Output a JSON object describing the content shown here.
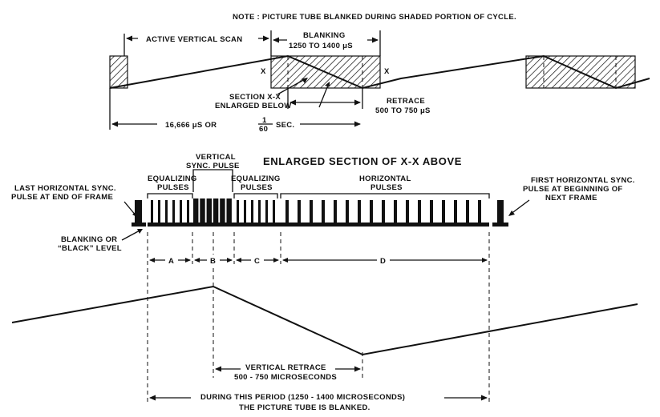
{
  "note": "NOTE : PICTURE TUBE BLANKED DURING SHADED PORTION OF CYCLE.",
  "top": {
    "active_vertical_scan": "ACTIVE VERTICAL SCAN",
    "blanking_1": "BLANKING",
    "blanking_2": "1250 TO 1400 μS",
    "x_left": "X",
    "x_right": "X",
    "section_1": "SECTION X-X",
    "section_2": "ENLARGED BELOW",
    "retrace_1": "RETRACE",
    "retrace_2": "500 TO 750 μS",
    "period": "16,666 μS  OR",
    "frac_num": "1",
    "frac_den": "60",
    "sec": "SEC."
  },
  "enlarged": {
    "title": "ENLARGED SECTION OF X-X ABOVE",
    "vertical_sync_1": "VERTICAL",
    "vertical_sync_2": "SYNC. PULSE",
    "equalizing_left_1": "EQUALIZING",
    "equalizing_left_2": "PULSES",
    "equalizing_right_1": "EQUALIZING",
    "equalizing_right_2": "PULSES",
    "horizontal_1": "HORIZONTAL",
    "horizontal_2": "PULSES",
    "last_sync_1": "LAST HORIZONTAL SYNC.",
    "last_sync_2": "PULSE AT END OF FRAME",
    "first_sync_1": "FIRST HORIZONTAL SYNC.",
    "first_sync_2": "PULSE AT BEGINNING OF",
    "first_sync_3": "NEXT FRAME",
    "blanking_level_1": "BLANKING OR",
    "blanking_level_2": "“BLACK” LEVEL",
    "seg_a": "A",
    "seg_b": "B",
    "seg_c": "C",
    "seg_d": "D"
  },
  "bottom": {
    "vertical_retrace_1": "VERTICAL RETRACE",
    "vertical_retrace_2": "500 - 750 MICROSECONDS",
    "during_1": "DURING THIS PERIOD (1250 - 1400 MICROSECONDS)",
    "during_2": "THE PICTURE TUBE IS BLANKED."
  }
}
